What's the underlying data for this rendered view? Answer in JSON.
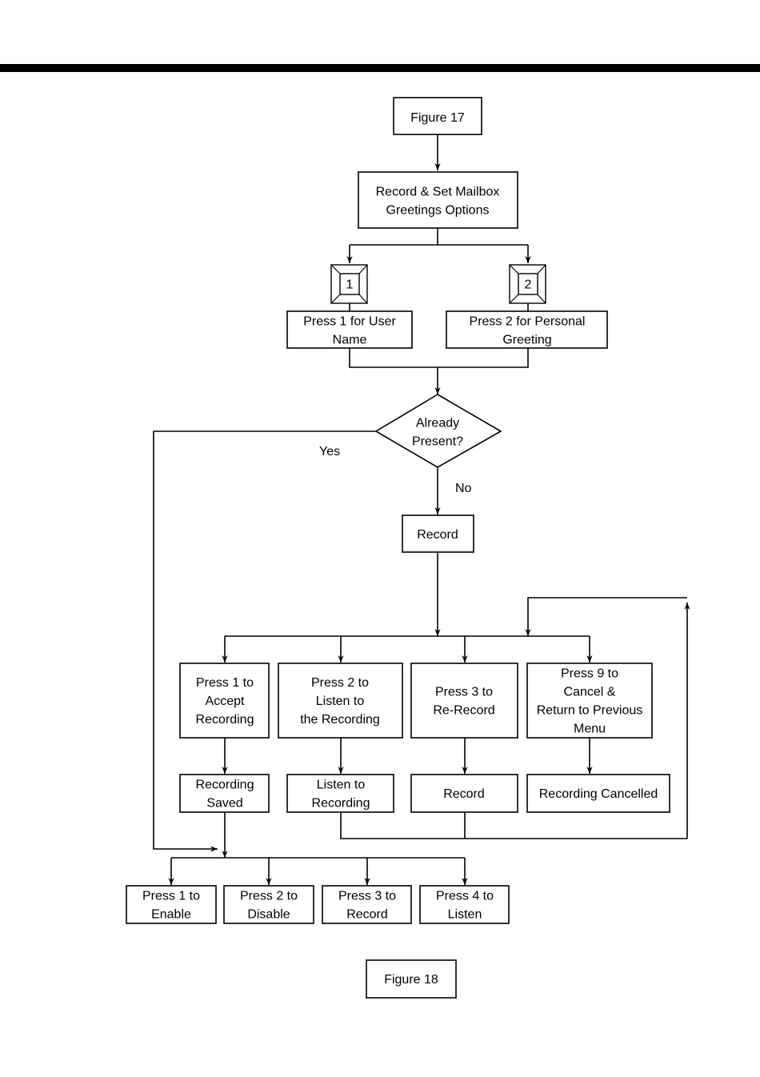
{
  "nodes": {
    "fig17": [
      "Figure 17"
    ],
    "record_set": [
      "Record & Set Mailbox",
      "Greetings Options"
    ],
    "key1": [
      "1"
    ],
    "key2": [
      "2"
    ],
    "press1_user": [
      "Press 1 for User",
      "Name"
    ],
    "press2_personal": [
      "Press 2 for Personal",
      "Greeting"
    ],
    "already_present": [
      "Already",
      "Present?"
    ],
    "record_first": [
      "Record"
    ],
    "press1_accept": [
      "Press 1 to",
      "Accept",
      "Recording"
    ],
    "press2_listen": [
      "Press 2 to",
      "Listen to",
      "the Recording"
    ],
    "press3_rerecord": [
      "Press 3 to",
      "Re-Record"
    ],
    "press9_cancel": [
      "Press 9 to",
      "Cancel &",
      "Return to Previous",
      "Menu"
    ],
    "recording_saved": [
      "Recording",
      "Saved"
    ],
    "listen_recording": [
      "Listen to",
      "Recording"
    ],
    "record_again": [
      "Record"
    ],
    "recording_cancelled": [
      "Recording Cancelled"
    ],
    "press1_enable": [
      "Press 1 to",
      "Enable"
    ],
    "press2_disable": [
      "Press 2 to",
      "Disable"
    ],
    "press3_record": [
      "Press 3 to",
      "Record"
    ],
    "press4_listen": [
      "Press 4 to",
      "Listen"
    ],
    "fig18": [
      "Figure 18"
    ]
  },
  "edges": {
    "yes": "Yes",
    "no": "No"
  }
}
